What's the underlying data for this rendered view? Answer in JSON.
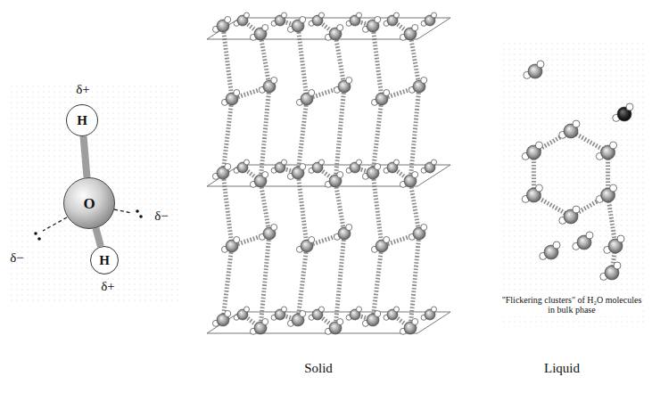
{
  "diagram": {
    "nodes": [
      {
        "text": [
          "H"
        ]
      },
      {
        "text": [
          "O"
        ]
      },
      {
        "text": [
          "H"
        ]
      }
    ],
    "edges": [
      {
        "from": 0,
        "to": 1,
        "arrow": "none"
      },
      {
        "from": 1,
        "to": 2,
        "arrow": "none"
      }
    ],
    "labels": [
      "δ+",
      "δ−",
      "δ−",
      "δ+",
      "Solid",
      "Liquid",
      "\"Flickering clusters\" of H₂O molecules in bulk phase"
    ]
  }
}
